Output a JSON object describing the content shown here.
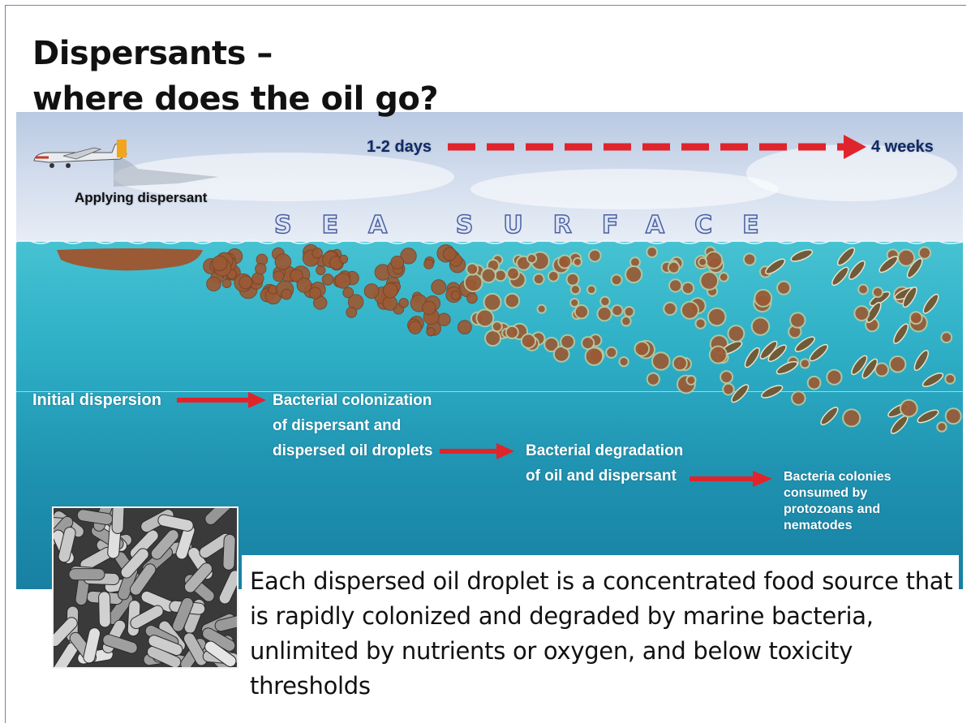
{
  "title_line1": "Dispersants –",
  "title_line2": "where does the oil go?",
  "diagram": {
    "plane_label": "Applying dispersant",
    "time_start": "1-2 days",
    "time_end": "4 weeks",
    "sea_surface": "SEA SURFACE",
    "stages": {
      "initial": "Initial dispersion",
      "colonization_1": "Bacterial colonization",
      "colonization_2": "of dispersant and",
      "colonization_3": "dispersed oil droplets",
      "degradation_1": "Bacterial degradation",
      "degradation_2": "of oil and dispersant",
      "consumed_1": "Bacteria colonies",
      "consumed_2": "consumed by",
      "consumed_3": "protozoans and",
      "consumed_4": "nematodes"
    },
    "colors": {
      "arrow": "#e0242b",
      "oil": "#9a5a35",
      "sea": "#2fb0c7",
      "sky": "#c9d6ea"
    }
  },
  "photo_icon": "bacteria-micrograph",
  "caption": "Each dispersed oil droplet is a concentrated food source that is rapidly colonized  and degraded by marine bacteria, unlimited by nutrients or oxygen, and below toxicity thresholds"
}
